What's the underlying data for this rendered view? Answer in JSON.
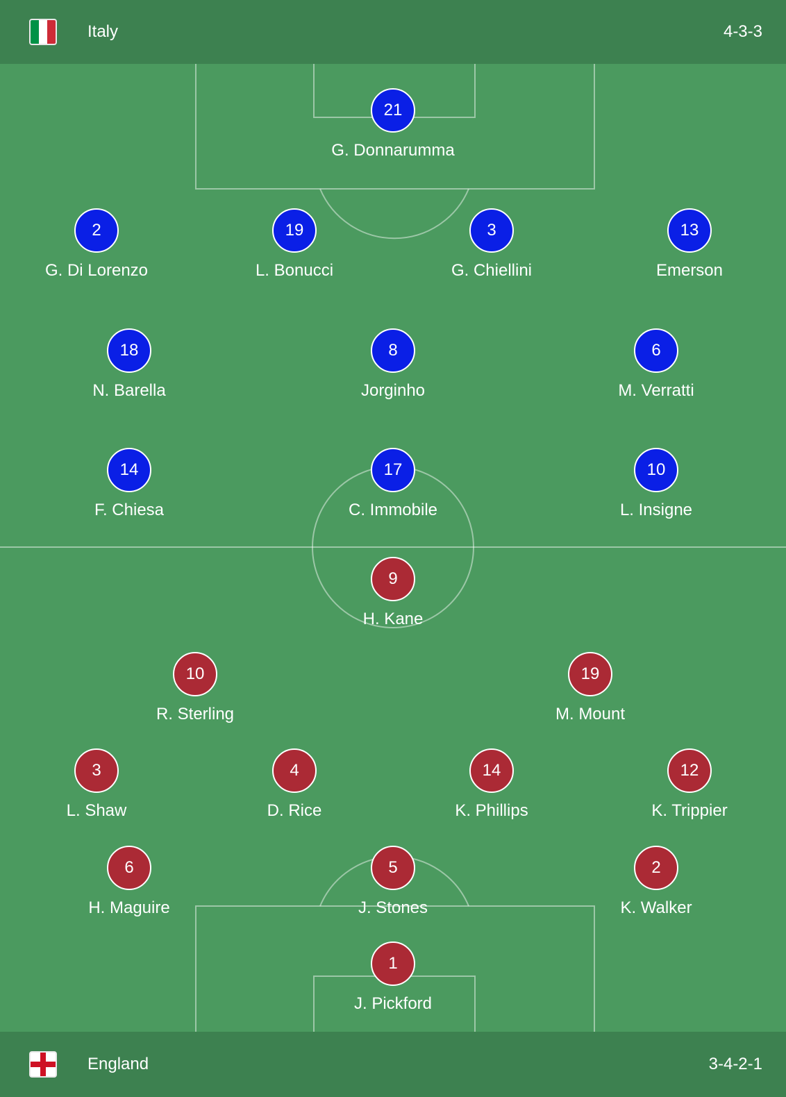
{
  "home": {
    "name": "Italy",
    "formation": "4-3-3",
    "flag": "italy-flag-icon",
    "colors": {
      "green": "#009246",
      "white": "#ffffff",
      "red": "#ce2b37"
    },
    "badge_color": "#0a1fe6",
    "players": [
      {
        "number": "21",
        "name": "G. Donnarumma"
      },
      {
        "number": "2",
        "name": "G. Di Lorenzo"
      },
      {
        "number": "19",
        "name": "L. Bonucci"
      },
      {
        "number": "3",
        "name": "G. Chiellini"
      },
      {
        "number": "13",
        "name": "Emerson"
      },
      {
        "number": "18",
        "name": "N. Barella"
      },
      {
        "number": "8",
        "name": "Jorginho"
      },
      {
        "number": "6",
        "name": "M. Verratti"
      },
      {
        "number": "14",
        "name": "F. Chiesa"
      },
      {
        "number": "17",
        "name": "C. Immobile"
      },
      {
        "number": "10",
        "name": "L. Insigne"
      }
    ]
  },
  "away": {
    "name": "England",
    "formation": "3-4-2-1",
    "flag": "england-flag-icon",
    "colors": {
      "white": "#ffffff",
      "red": "#ce1124"
    },
    "badge_color": "#ab2a35",
    "players": [
      {
        "number": "9",
        "name": "H. Kane"
      },
      {
        "number": "10",
        "name": "R. Sterling"
      },
      {
        "number": "19",
        "name": "M. Mount"
      },
      {
        "number": "3",
        "name": "L. Shaw"
      },
      {
        "number": "4",
        "name": "D. Rice"
      },
      {
        "number": "14",
        "name": "K. Phillips"
      },
      {
        "number": "12",
        "name": "K. Trippier"
      },
      {
        "number": "6",
        "name": "H. Maguire"
      },
      {
        "number": "5",
        "name": "J. Stones"
      },
      {
        "number": "2",
        "name": "K. Walker"
      },
      {
        "number": "1",
        "name": "J. Pickford"
      }
    ]
  },
  "pitch_color": "#4b9a5f",
  "bar_color": "#3d8150"
}
